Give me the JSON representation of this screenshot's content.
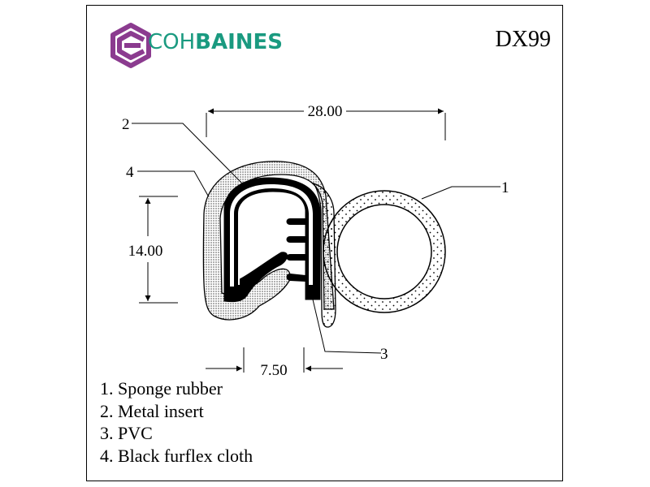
{
  "brand": {
    "name_light": "COH",
    "name_bold": "BAINES",
    "color": "#1a9a80",
    "accent": "#8b3b8f"
  },
  "product_code": "DX99",
  "dimensions": {
    "width": "28.00",
    "height": "14.00",
    "slot": "7.50"
  },
  "callouts": [
    "1",
    "2",
    "3",
    "4"
  ],
  "legend": [
    "1. Sponge rubber",
    "2. Metal insert",
    "3. PVC",
    "4. Black furflex cloth"
  ]
}
